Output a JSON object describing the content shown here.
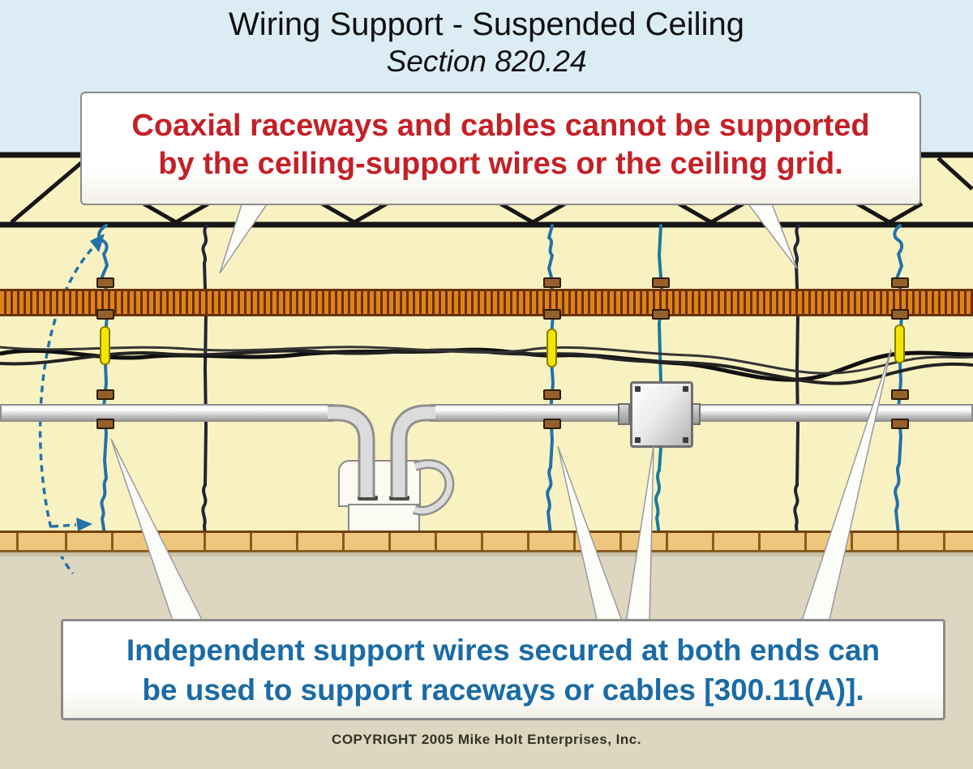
{
  "title": {
    "line1": "Wiring Support - Suspended Ceiling",
    "line2": "Section 820.24"
  },
  "callout_top": {
    "line1": "Coaxial raceways and cables cannot be supported",
    "line2": "by the ceiling-support wires or the ceiling grid."
  },
  "callout_bottom": {
    "line1": "Independent support wires secured at both ends can",
    "line2": "be used to support raceways or cables [300.11(A)]."
  },
  "footer": {
    "copyright": "COPYRIGHT 2005  Mike Holt Enterprises, Inc."
  },
  "colors": {
    "sky": "#dcecf5",
    "plenum": "#f8f2c2",
    "below": "#ddd6c1",
    "truss": "#161616",
    "raceway": "#e0821c",
    "raceway_dark": "#6b3305",
    "cable": "#101010",
    "conduit_edge": "#8f8f8f",
    "grid_tan": "#eec67e",
    "grid_line": "#8a5a20",
    "wire_blue": "#2272a8",
    "wire_teal": "#1b7a9c",
    "wire_dark": "#23233a",
    "clamp_brown": "#96602a",
    "clamp_yellow": "#f2e600",
    "tail_fill": "#fcfcf9",
    "tail_stroke": "#9a9a9a",
    "callout_border": "#8b8b8b",
    "red_text": "#c32127",
    "blue_text": "#1a6ba6",
    "title_text": "#111111",
    "copyright_text": "#33331f"
  }
}
